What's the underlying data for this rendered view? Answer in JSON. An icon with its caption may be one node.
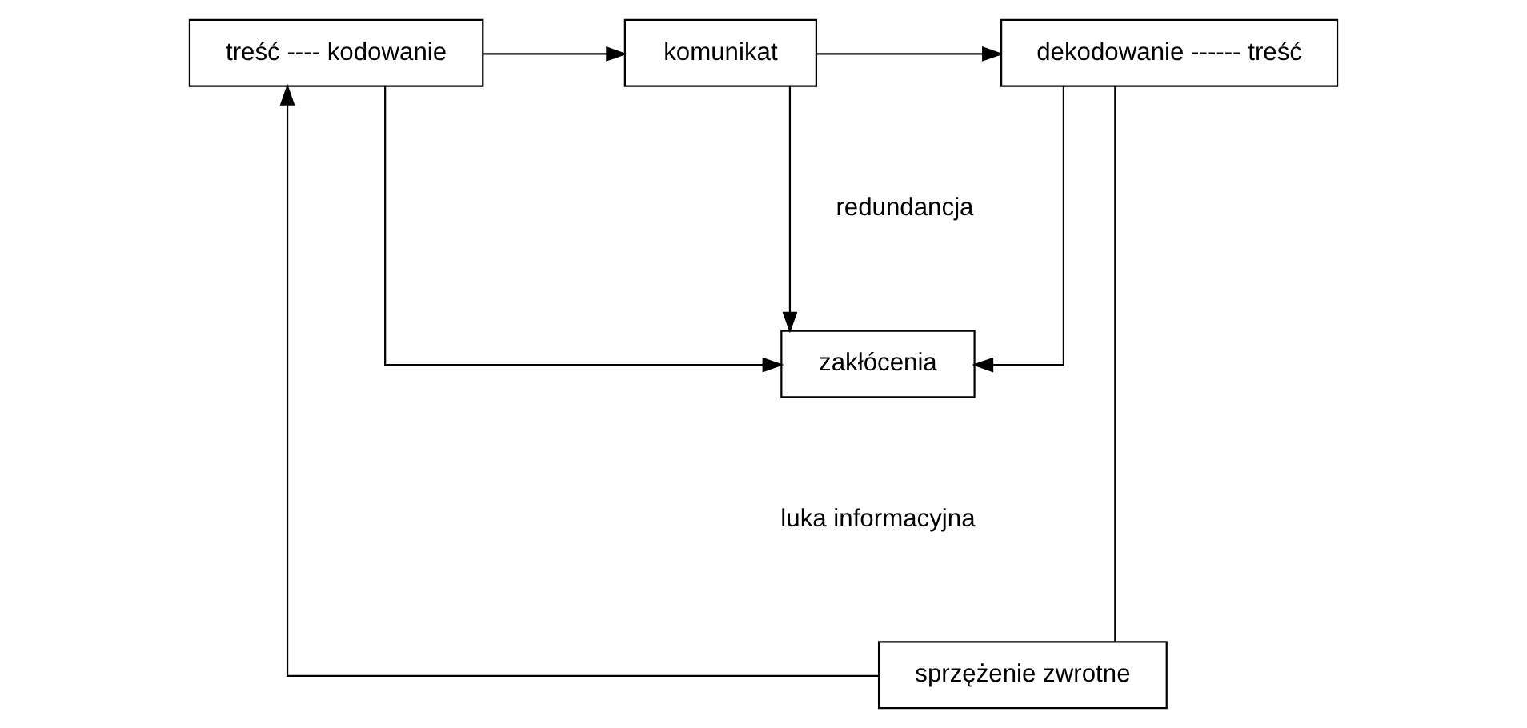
{
  "diagram": {
    "nodes": [
      {
        "text": [
          "treść ---- kodowanie"
        ]
      },
      {
        "text": [
          "komunikat"
        ]
      },
      {
        "text": [
          "dekodowanie ------ treść"
        ]
      },
      {
        "text": [
          "zakłócenia"
        ]
      },
      {
        "text": [
          "sprzężenie zwrotne"
        ]
      }
    ],
    "edges": [
      {
        "from": 0,
        "to": 1,
        "arrow": "to"
      },
      {
        "from": 1,
        "to": 2,
        "arrow": "to"
      },
      {
        "from": 0,
        "to": 3,
        "arrow": "to"
      },
      {
        "from": 1,
        "to": 3,
        "arrow": "to"
      },
      {
        "from": 2,
        "to": 3,
        "arrow": "to"
      },
      {
        "from": 2,
        "to": 4,
        "arrow": "none"
      },
      {
        "from": 4,
        "to": 0,
        "arrow": "to"
      }
    ],
    "labels": [
      "redundancja",
      "luka informacyjna"
    ]
  }
}
